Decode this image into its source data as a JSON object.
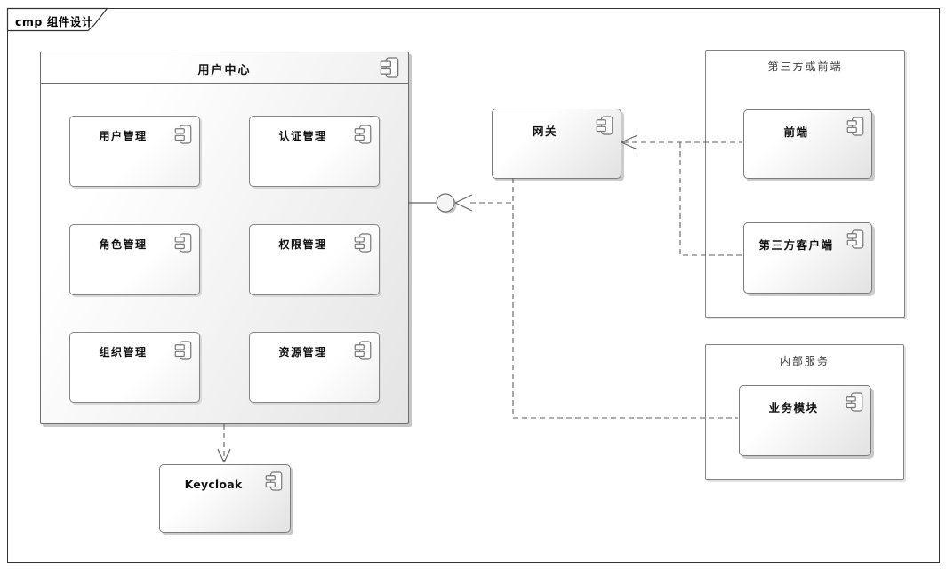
{
  "diagram": {
    "frame_label": "cmp 组件设计",
    "user_center": {
      "title": "用户中心",
      "modules": [
        {
          "label": "用户管理"
        },
        {
          "label": "认证管理"
        },
        {
          "label": "角色管理"
        },
        {
          "label": "权限管理"
        },
        {
          "label": "组织管理"
        },
        {
          "label": "资源管理"
        }
      ]
    },
    "gateway": {
      "title": "网关"
    },
    "keycloak": {
      "title": "Keycloak"
    },
    "third_party_package": {
      "title": "第三方或前端",
      "components": [
        {
          "label": "前端"
        },
        {
          "label": "第三方客户端"
        }
      ]
    },
    "internal_package": {
      "title": "内部服务",
      "components": [
        {
          "label": "业务模块"
        }
      ]
    },
    "colors": {
      "box_border": "#7c7c7c",
      "fill_light": "#ffffff",
      "fill_shade": "#e3e3e3",
      "connector": "#5f5f5f",
      "text": "#111111",
      "shadow": "#cbcbcb"
    }
  }
}
